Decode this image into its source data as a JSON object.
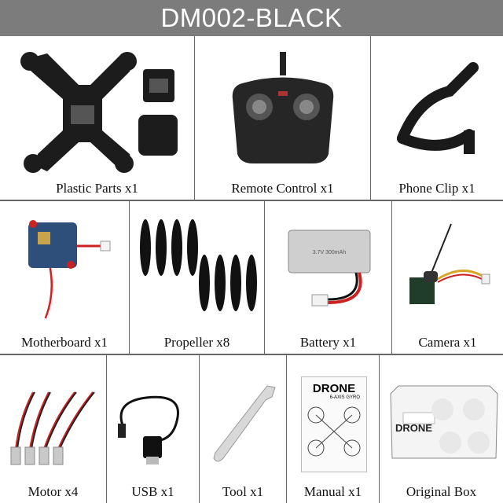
{
  "header": {
    "title": "DM002-BLACK"
  },
  "rows": [
    [
      {
        "label": "Plastic Parts x1"
      },
      {
        "label": "Remote Control x1"
      },
      {
        "label": "Phone Clip x1"
      }
    ],
    [
      {
        "label": "Motherboard x1"
      },
      {
        "label": "Propeller x8"
      },
      {
        "label": "Battery x1"
      },
      {
        "label": "Camera x1"
      }
    ],
    [
      {
        "label": "Motor x4"
      },
      {
        "label": "USB x1"
      },
      {
        "label": "Tool x1"
      },
      {
        "label": "Manual x1"
      },
      {
        "label": "Original Box"
      }
    ]
  ],
  "manual": {
    "title": "DRONE",
    "subtitle": "6-AXIS GYRO"
  },
  "box": {
    "title": "DRONE"
  },
  "battery": {
    "print": "3.7V 300mAh"
  }
}
